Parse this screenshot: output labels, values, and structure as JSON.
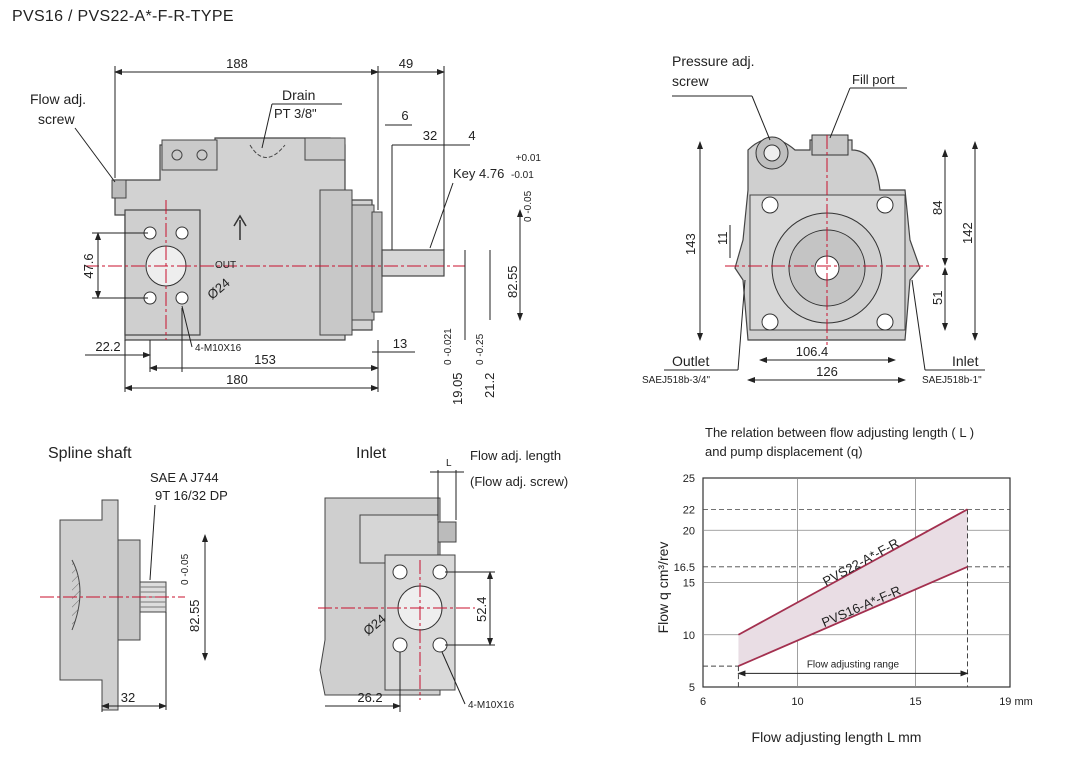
{
  "title": "PVS16 / PVS22-A*-F-R-TYPE",
  "side_view": {
    "dims": {
      "d188": "188",
      "d49": "49",
      "d6": "6",
      "d32": "32",
      "d4": "4",
      "d47_6": "47.6",
      "d22_2": "22.2",
      "d153": "153",
      "d180": "180",
      "d13": "13",
      "d82_55": "82.55",
      "d82_55_tol": "0 -0.05",
      "d19_05": "19.05",
      "d19_05_tol": "0 -0.021",
      "d21_2": "21.2",
      "d21_2_tol": "0 -0.25",
      "dia24": "Ø24",
      "bolts": "4-M10X16"
    },
    "labels": {
      "flow_adj": [
        "Flow adj.",
        "screw"
      ],
      "drain": [
        "Drain",
        "PT 3/8\""
      ],
      "key": "Key 4.76",
      "key_tol_plus": "+0.01",
      "key_tol_minus": "-0.01",
      "out": "OUT"
    }
  },
  "front_view": {
    "labels": {
      "pressure_adj": [
        "Pressure adj.",
        "screw"
      ],
      "fill_port": "Fill port",
      "outlet": "Outlet",
      "outlet_spec": "SAEJ518b-3/4\"",
      "inlet": "Inlet",
      "inlet_spec": "SAEJ518b-1\""
    },
    "dims": {
      "d143": "143",
      "d142": "142",
      "d84": "84",
      "d11": "11",
      "d51": "51",
      "d106_4": "106.4",
      "d126": "126"
    }
  },
  "spline_view": {
    "heading": "Spline shaft",
    "spec": [
      "SAE A J744",
      "9T 16/32 DP"
    ],
    "dims": {
      "d82_55": "82.55",
      "d82_55_tol": "0 -0.05",
      "d32": "32"
    }
  },
  "inlet_view": {
    "heading": "Inlet",
    "labels": {
      "flow_len": "Flow adj. length",
      "flow_len_paren": "(Flow adj. screw)",
      "L": "L"
    },
    "dims": {
      "d52_4": "52.4",
      "d26_2": "26.2",
      "dia24": "Ø24",
      "bolts": "4-M10X16"
    }
  },
  "chart_data": {
    "type": "line",
    "title": "The relation between flow adjusting length ( L ) and pump displacement (q)",
    "title_lines": [
      "The relation between flow adjusting length ( L )",
      "and pump displacement (q)"
    ],
    "xlabel": "Flow adjusting length L mm",
    "ylabel": "Flow q cm³/rev",
    "xlim": [
      6,
      19
    ],
    "ylim": [
      5,
      25
    ],
    "x_ticks": [
      "6",
      "10",
      "15",
      "19 mm"
    ],
    "y_ticks": [
      "5",
      "10",
      "15",
      "16.5",
      "20",
      "22",
      "25"
    ],
    "grid": true,
    "series": [
      {
        "name": "PVS22-A*-F-R",
        "x": [
          7.5,
          17.2
        ],
        "y": [
          10,
          22
        ]
      },
      {
        "name": "PVS16-A*-F-R",
        "x": [
          7.5,
          17.2
        ],
        "y": [
          7,
          16.5
        ]
      }
    ],
    "annotation": "Flow adjusting range"
  }
}
